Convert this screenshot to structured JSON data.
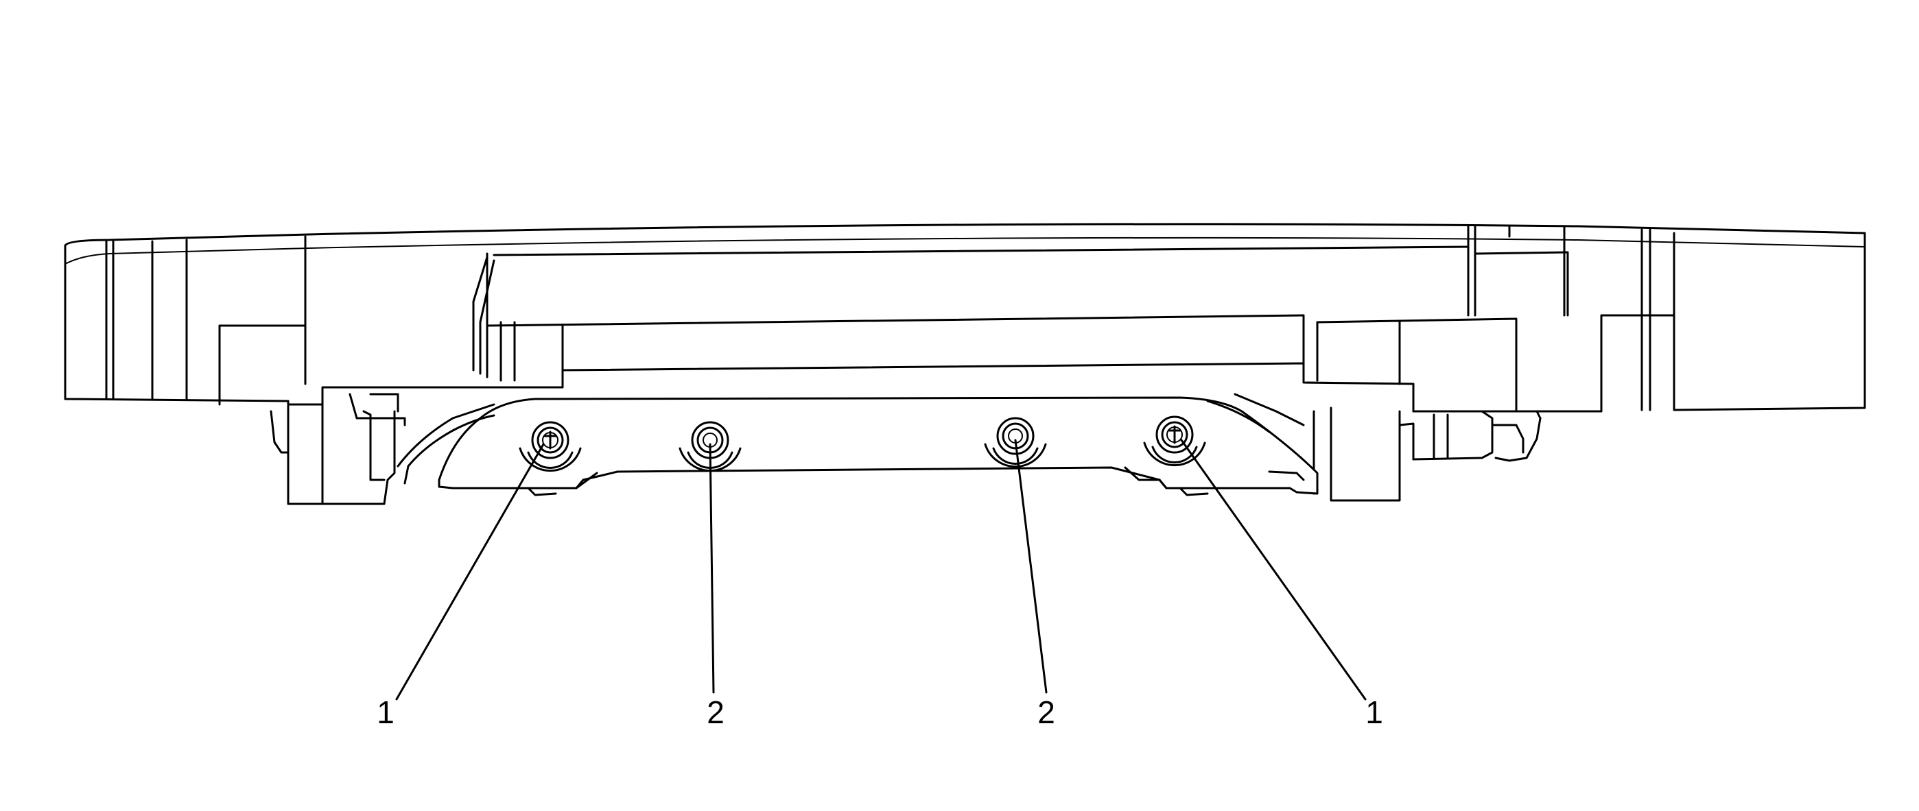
{
  "callouts": {
    "c1_left": "1",
    "c2_left": "2",
    "c2_right": "2",
    "c1_right": "1"
  }
}
